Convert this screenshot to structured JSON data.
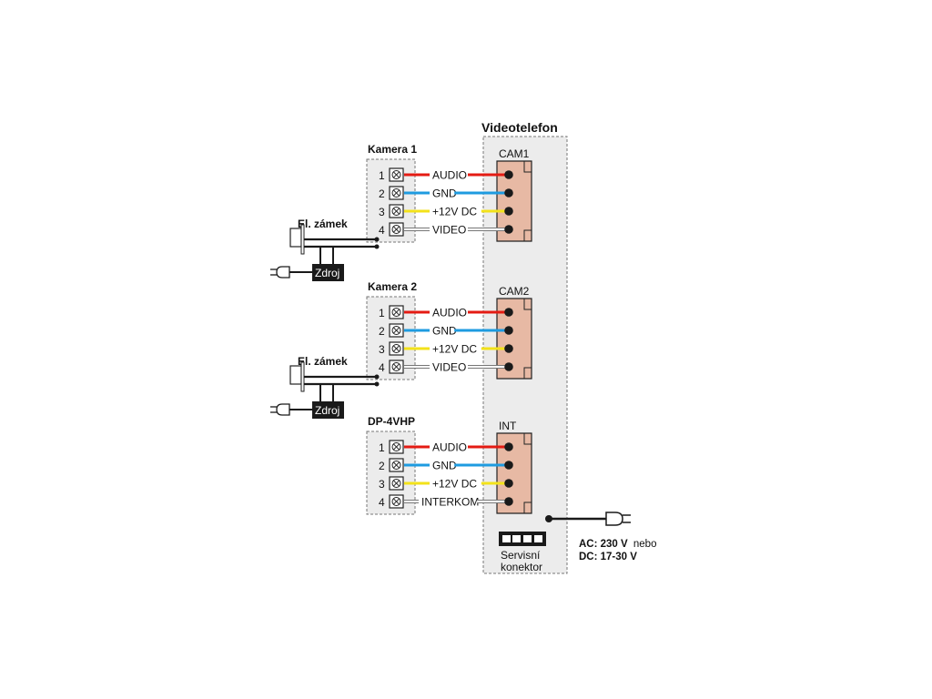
{
  "title": "Videotelefon",
  "wire_colors": {
    "audio": "#e41b13",
    "gnd": "#1e9be0",
    "power": "#f3e21a",
    "signal": "#ffffff",
    "terminal_fill": "#e7b9a4",
    "panel_fill": "#ececec"
  },
  "groups": [
    {
      "id": "kamera1",
      "device_label": "Kamera 1",
      "connector_label": "CAM1",
      "pins": [
        {
          "num": "1",
          "wire": "AUDIO",
          "color": "audio"
        },
        {
          "num": "2",
          "wire": "GND",
          "color": "gnd"
        },
        {
          "num": "3",
          "wire": "+12V DC",
          "color": "power"
        },
        {
          "num": "4",
          "wire": "VIDEO",
          "color": "signal"
        }
      ],
      "lock_label": "El. zámek",
      "supply_label": "Zdroj"
    },
    {
      "id": "kamera2",
      "device_label": "Kamera 2",
      "connector_label": "CAM2",
      "pins": [
        {
          "num": "1",
          "wire": "AUDIO",
          "color": "audio"
        },
        {
          "num": "2",
          "wire": "GND",
          "color": "gnd"
        },
        {
          "num": "3",
          "wire": "+12V DC",
          "color": "power"
        },
        {
          "num": "4",
          "wire": "VIDEO",
          "color": "signal"
        }
      ],
      "lock_label": "El. zámek",
      "supply_label": "Zdroj"
    },
    {
      "id": "dp4vhp",
      "device_label": "DP-4VHP",
      "connector_label": "INT",
      "pins": [
        {
          "num": "1",
          "wire": "AUDIO",
          "color": "audio"
        },
        {
          "num": "2",
          "wire": "GND",
          "color": "gnd"
        },
        {
          "num": "3",
          "wire": "+12V DC",
          "color": "power"
        },
        {
          "num": "4",
          "wire": "INTERKOM",
          "color": "signal"
        }
      ]
    }
  ],
  "service_connector": {
    "line1": "Servisní",
    "line2": "konektor"
  },
  "power_note": {
    "ac_bold": "AC: 230 V",
    "ac_rest": "nebo",
    "dc_bold": "DC: 17-30 V"
  }
}
